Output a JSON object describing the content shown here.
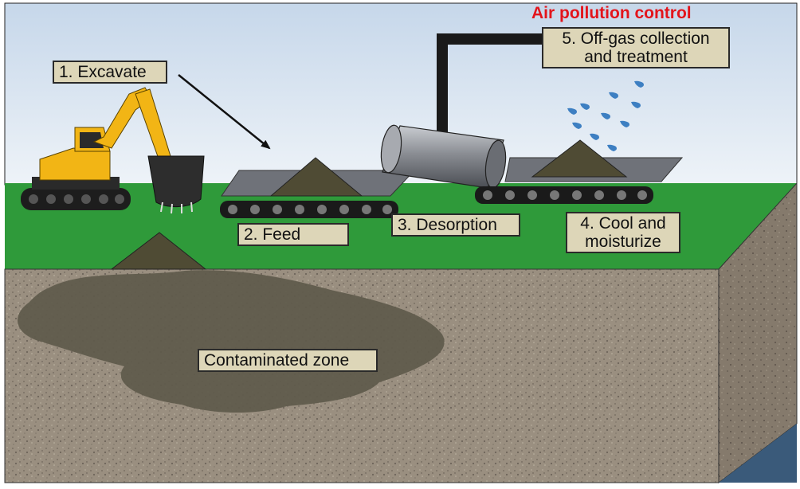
{
  "diagram": {
    "title": "Air pollution control",
    "steps": {
      "excavate": "1. Excavate",
      "feed": "2. Feed",
      "desorption": "3. Desorption",
      "cool_line1": "4. Cool and",
      "cool_line2": "moisturize",
      "offgas_line1": "5. Off-gas collection",
      "offgas_line2": "and treatment"
    },
    "zone_label": "Contaminated zone"
  },
  "colors": {
    "sky_top": "#c6d7ea",
    "sky_bottom": "#eef3f8",
    "grass": "#2f9a3a",
    "soil": "#9a8f80",
    "contaminated": "#5e5a4b",
    "excavator": "#f2b515",
    "soil_pile": "#4f4b34",
    "conveyor_belt": "#6f7279",
    "drum": "#8c8f95",
    "duct": "#1a1a1a",
    "water_drops": "#3d7fc2",
    "label_bg": "#ddd6b8",
    "title_red": "#e3141b"
  }
}
